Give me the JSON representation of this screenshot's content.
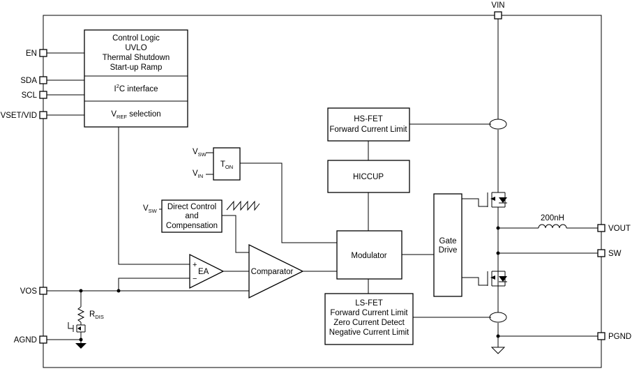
{
  "pins": {
    "vin": "VIN",
    "en": "EN",
    "sda": "SDA",
    "scl": "SCL",
    "vset": "VSET/VID",
    "vos": "VOS",
    "agnd": "AGND",
    "vout": "VOUT",
    "sw": "SW",
    "pgnd": "PGND"
  },
  "blocks": {
    "control_logic": [
      "Control Logic",
      "UVLO",
      "Thermal Shutdown",
      "Start-up Ramp"
    ],
    "i2c": {
      "prefix": "I",
      "sup": "2",
      "suffix": "C interface"
    },
    "vref": {
      "main": "V",
      "sub": "REF",
      "rest": " selection"
    },
    "hs_fet": [
      "HS-FET",
      "Forward Current Limit"
    ],
    "hiccup": "HICCUP",
    "ton": {
      "main": "T",
      "sub": "ON"
    },
    "direct_control": [
      "Direct Control",
      "and",
      "Compensation"
    ],
    "modulator": "Modulator",
    "gate_drive": [
      "Gate",
      "Drive"
    ],
    "ls_fet": [
      "LS-FET",
      "Forward Current Limit",
      "Zero Current Detect",
      "Negative Current Limit"
    ],
    "ea": "EA",
    "comparator": "Comparator"
  },
  "labels": {
    "vsw_ton": {
      "main": "V",
      "sub": "SW"
    },
    "vin_ton": {
      "main": "V",
      "sub": "IN"
    },
    "vsw_dc": {
      "main": "V",
      "sub": "SW"
    },
    "rdis": {
      "main": "R",
      "sub": "DIS"
    },
    "inductor": "200nH",
    "ea_plus": "+",
    "ea_minus": "−"
  }
}
